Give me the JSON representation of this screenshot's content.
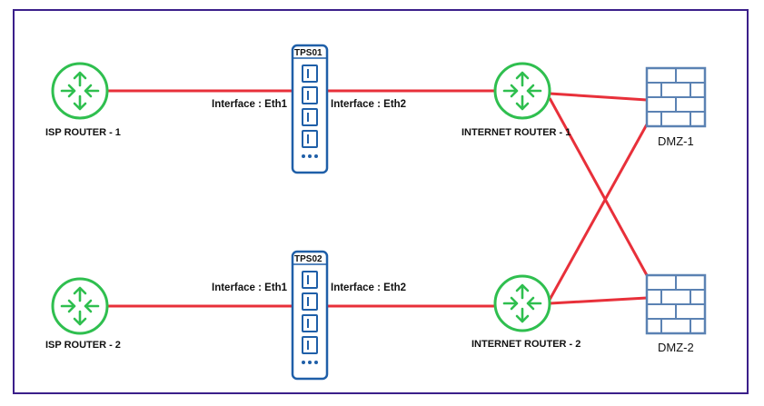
{
  "labels": {
    "isp_router_1": "ISP ROUTER - 1",
    "isp_router_2": "ISP ROUTER - 2",
    "internet_router_1": "INTERNET ROUTER - 1",
    "internet_router_2": "INTERNET ROUTER - 2",
    "dmz_1": "DMZ-1",
    "dmz_2": "DMZ-2",
    "tps_1": "TPS01",
    "tps_2": "TPS02",
    "tps1_eth1": "Interface : Eth1",
    "tps1_eth2": "Interface : Eth2",
    "tps2_eth1": "Interface : Eth1",
    "tps2_eth2": "Interface : Eth2"
  },
  "colors": {
    "link": "#e8303a",
    "router": "#2fbf4f",
    "appliance": "#1f5fa8",
    "firewall": "#5b82b3",
    "border": "#3b1f8a"
  },
  "icons": {
    "router": "router-icon",
    "appliance": "tps-appliance-icon",
    "firewall": "firewall-icon"
  }
}
